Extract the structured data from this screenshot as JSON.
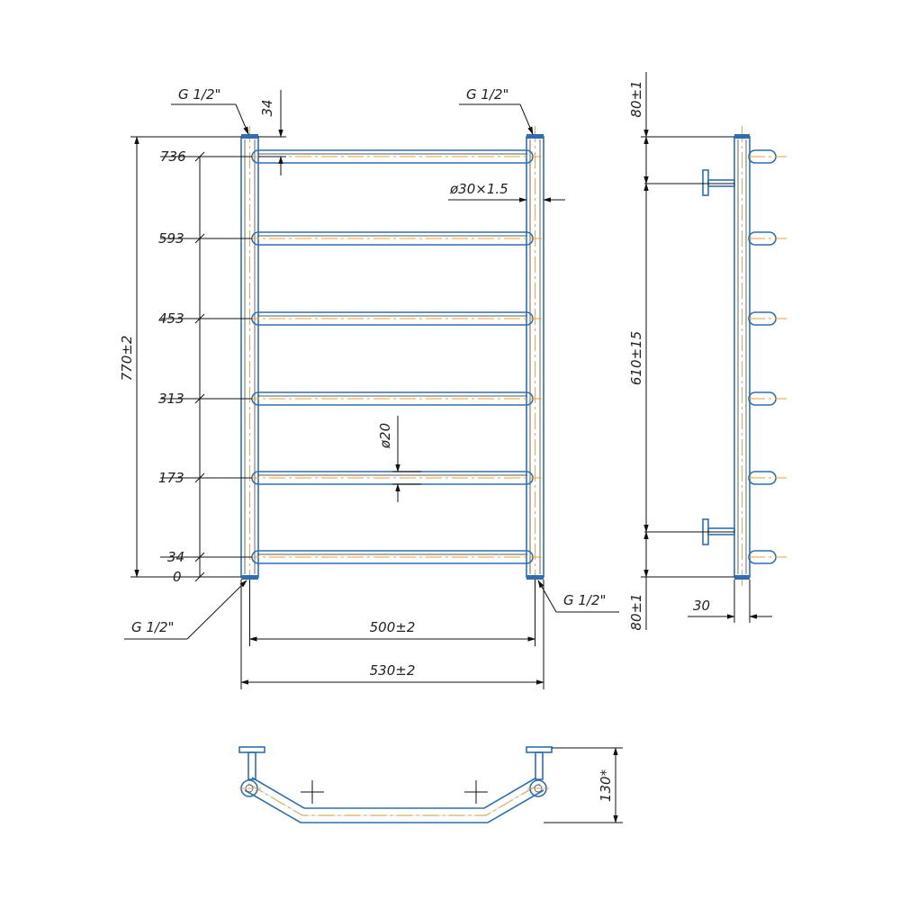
{
  "front_view": {
    "top_left_port": "G 1/2\"",
    "top_right_port": "G 1/2\"",
    "bottom_left_port": "G 1/2\"",
    "bottom_right_port": "G 1/2\"",
    "height_dim": "770±2",
    "top_offset_dim": "34",
    "rung_levels": [
      "736",
      "593",
      "453",
      "313",
      "173",
      "34",
      "0"
    ],
    "riser_dim": "ø30×1.5",
    "rung_dim": "ø20",
    "inner_width_dim": "500±2",
    "outer_width_dim": "530±2"
  },
  "side_view": {
    "top_dim": "80±1",
    "center_dim": "610±15",
    "bottom_dim": "80±1",
    "depth_dim": "30"
  },
  "top_view": {
    "depth_dim": "130*"
  },
  "colors": {
    "pipe": "#2f6fb0",
    "axis": "#e3a23b",
    "line": "#111111"
  }
}
